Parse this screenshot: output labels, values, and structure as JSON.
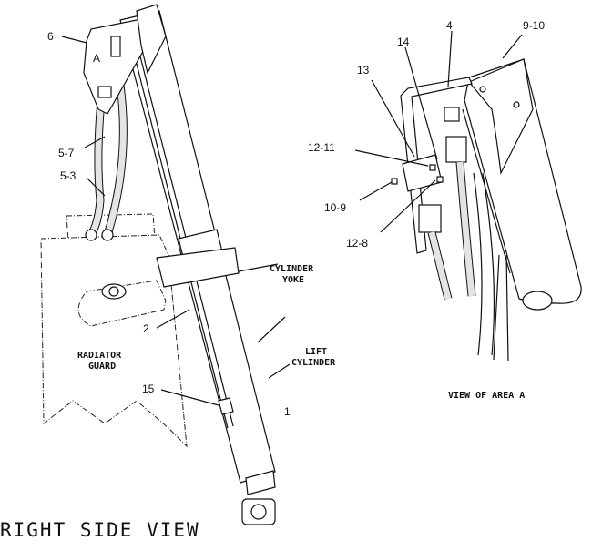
{
  "right_side_view": {
    "title": "RIGHT SIDE VIEW",
    "area_marker": "A",
    "callouts": {
      "c6": "6",
      "c5_7": "5-7",
      "c5_3": "5-3",
      "c2": "2",
      "c15": "15",
      "c1": "1"
    },
    "radiator_guard": [
      "RADIATOR",
      "GUARD"
    ],
    "cylinder_yoke": [
      "CYLINDER",
      "YOKE"
    ],
    "lift_cylinder": [
      "LIFT",
      "CYLINDER"
    ]
  },
  "area_a_view": {
    "title": "VIEW OF AREA A",
    "callouts": {
      "c14": "14",
      "c4": "4",
      "c9_10": "9-10",
      "c13": "13",
      "c12_11": "12-11",
      "c10_9": "10-9",
      "c12_8": "12-8"
    }
  }
}
